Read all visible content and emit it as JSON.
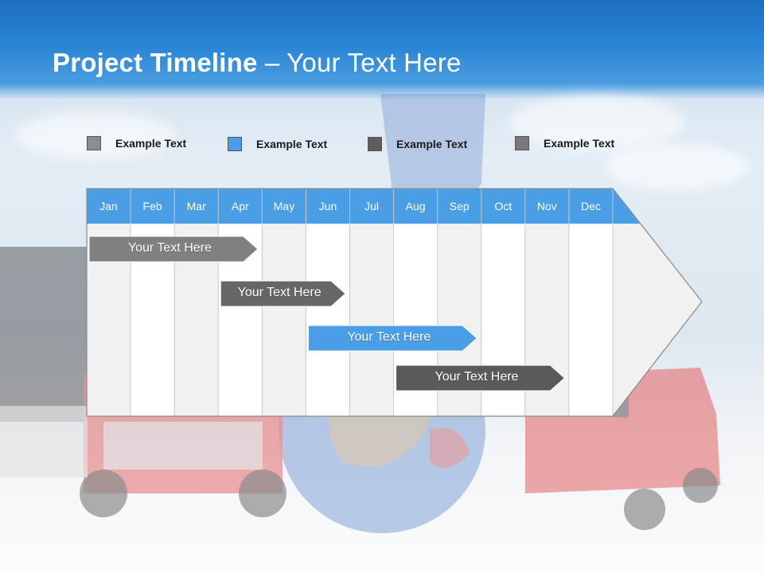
{
  "slide": {
    "title_bold": "Project Timeline",
    "title_rest": " – Your Text Here"
  },
  "legend": [
    {
      "label": "Example Text",
      "color": "#8c8c8c"
    },
    {
      "label": "Example Text",
      "color": "#4a9ee6"
    },
    {
      "label": "Example Text",
      "color": "#5e5e5e"
    },
    {
      "label": "Example Text",
      "color": "#7a7a7a"
    }
  ],
  "timeline": {
    "months": [
      "Jan",
      "Feb",
      "Mar",
      "Apr",
      "May",
      "Jun",
      "Jul",
      "Aug",
      "Sep",
      "Oct",
      "Nov",
      "Dec"
    ],
    "header_color": "#4a9ee6",
    "tasks": [
      {
        "label": "Your  Text Here",
        "color": "#808080",
        "start": "Jan",
        "end": "Apr"
      },
      {
        "label": "Your  Text Here",
        "color": "#666666",
        "start": "Apr",
        "end": "Jun"
      },
      {
        "label": "Your  Text Here",
        "color": "#4a9ee6",
        "start": "Jun",
        "end": "Sep"
      },
      {
        "label": "Your  Text Here",
        "color": "#5a5a5a",
        "start": "Aug",
        "end": "Nov"
      }
    ]
  }
}
